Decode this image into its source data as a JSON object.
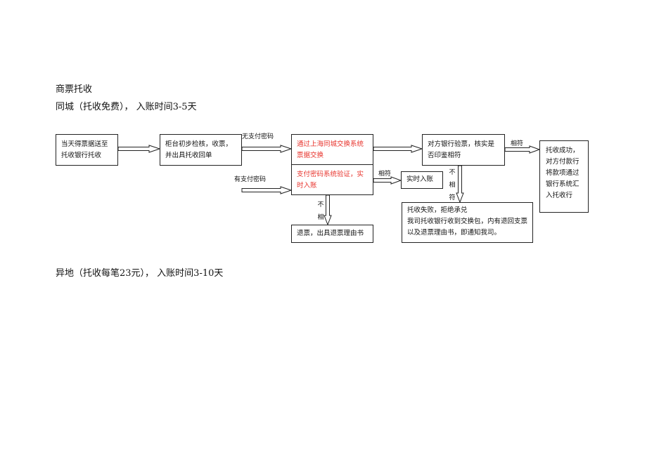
{
  "headings": {
    "title": "商票托收",
    "same_city": "同城（托收免费），  入账时间3-5天",
    "other_city": "异地（托收每笔23元），  入账时间3-10天"
  },
  "boxes": {
    "deliver": "当天得票据送至托收银行托收",
    "counter": "柜台初步检核，收票，并出具托收回单",
    "exchange": "通过上海同城交换系统票据交换",
    "password_verify": "支付密码系统验证，实时入账",
    "realtime": "实时入账",
    "refund": "退票，出具退票理由书",
    "payer_check": "对方银行验票，核实是否印鉴相符",
    "success": "托收成功，对方付款行将款项通过银行系统汇入托收行",
    "fail_line1": "托收失败，拒绝承兑",
    "fail_line2": "我司托收银行收到交换包，内有退回支票以及退票理由书，即通知我司。"
  },
  "labels": {
    "no_password": "无支付密码",
    "has_password": "有支付密码",
    "match_1": "相符",
    "match_2": "相符",
    "mismatch_1": "不相",
    "mismatch_2": "不相符"
  },
  "colors": {
    "highlight_text": "#e8352e",
    "line": "#222222"
  }
}
